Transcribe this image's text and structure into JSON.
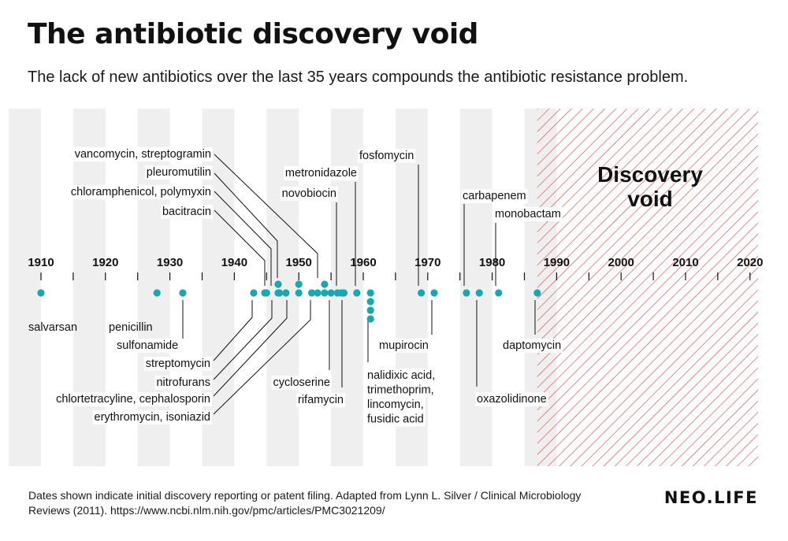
{
  "title": "The antibiotic discovery void",
  "subtitle": "The lack of new antibiotics over the last 35 years compounds the antibiotic resistance problem.",
  "footnote": "Dates shown indicate initial discovery reporting or patent filing. Adapted from Lynn L. Silver / Clinical Microbiology Reviews (2011). https://www.ncbi.nlm.nih.gov/pmc/articles/PMC3021209/",
  "brand": "NEO.LIFE",
  "colors": {
    "dot": "#1aa7b0",
    "void_hatch": "#e04a4a",
    "band": "#efefef",
    "line": "#111111"
  },
  "chart_data": {
    "type": "scatter",
    "title": "The antibiotic discovery void",
    "xlim": [
      1908,
      2022
    ],
    "x_ticks": [
      "1910",
      "1920",
      "1930",
      "1940",
      "1950",
      "1960",
      "1970",
      "1980",
      "1990",
      "2000",
      "2010",
      "2020"
    ],
    "shaded_region": {
      "label": "Discovery void",
      "start": 1987,
      "end": 2022
    },
    "discoveries": [
      {
        "year": 1910,
        "label": "salvarsan"
      },
      {
        "year": 1928,
        "label": "penicillin"
      },
      {
        "year": 1932,
        "label": "sulfonamide"
      },
      {
        "year": 1943,
        "label": "streptomycin"
      },
      {
        "year": 1944,
        "label": "bacitracin"
      },
      {
        "year": 1945,
        "label": "nitrofurans"
      },
      {
        "year": 1947,
        "label": "chloramphenicol, polymyxin"
      },
      {
        "year": 1947,
        "label": "pleuromutilin"
      },
      {
        "year": 1948,
        "label": "chlortetracyline, cephalosporin"
      },
      {
        "year": 1950,
        "label": ""
      },
      {
        "year": 1952,
        "label": "erythromycin, isoniazid"
      },
      {
        "year": 1953,
        "label": "vancomycin, streptogramin"
      },
      {
        "year": 1954,
        "label": ""
      },
      {
        "year": 1955,
        "label": "cycloserine"
      },
      {
        "year": 1956,
        "label": "novobiocin"
      },
      {
        "year": 1957,
        "label": "rifamycin"
      },
      {
        "year": 1959,
        "label": "metronidazole"
      },
      {
        "year": 1961,
        "label": "nalidixic acid, trimethoprim, lincomycin, fusidic acid"
      },
      {
        "year": 1969,
        "label": "fosfomycin"
      },
      {
        "year": 1971,
        "label": "mupirocin"
      },
      {
        "year": 1976,
        "label": "carbapenem"
      },
      {
        "year": 1978,
        "label": "oxazolidinone"
      },
      {
        "year": 1981,
        "label": "monobactam"
      },
      {
        "year": 1987,
        "label": "daptomycin"
      }
    ]
  }
}
